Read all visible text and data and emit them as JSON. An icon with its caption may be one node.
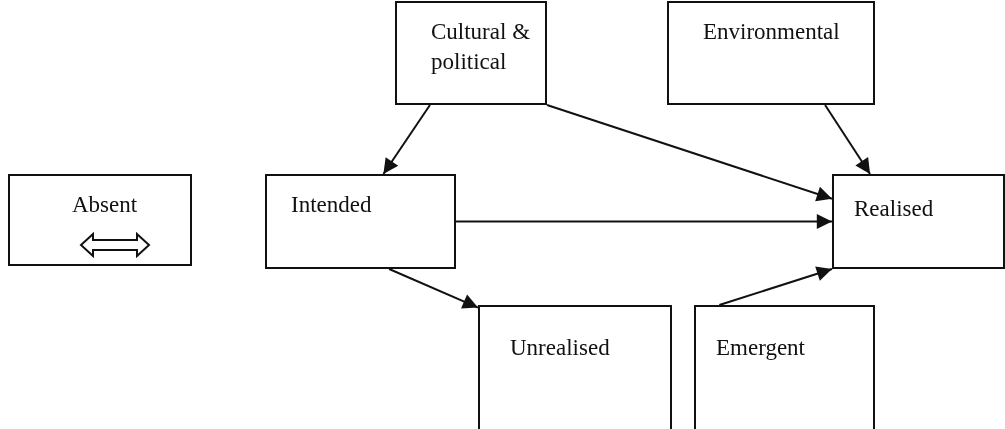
{
  "diagram": {
    "nodes": [
      {
        "text": [
          "Cultural & political"
        ]
      },
      {
        "text": [
          "Environmental"
        ]
      },
      {
        "text": [
          "Absent"
        ]
      },
      {
        "text": [
          "Intended"
        ]
      },
      {
        "text": [
          "Realised"
        ]
      },
      {
        "text": [
          "Unrealised"
        ]
      },
      {
        "text": [
          "Emergent"
        ]
      }
    ],
    "edges": [
      {
        "from": 0,
        "to": 3,
        "arrow": "to"
      },
      {
        "from": 0,
        "to": 4,
        "arrow": "to"
      },
      {
        "from": 1,
        "to": 4,
        "arrow": "to"
      },
      {
        "from": 3,
        "to": 4,
        "arrow": "to"
      },
      {
        "from": 3,
        "to": 5,
        "arrow": "to"
      },
      {
        "from": 6,
        "to": 4,
        "arrow": "to"
      }
    ]
  }
}
